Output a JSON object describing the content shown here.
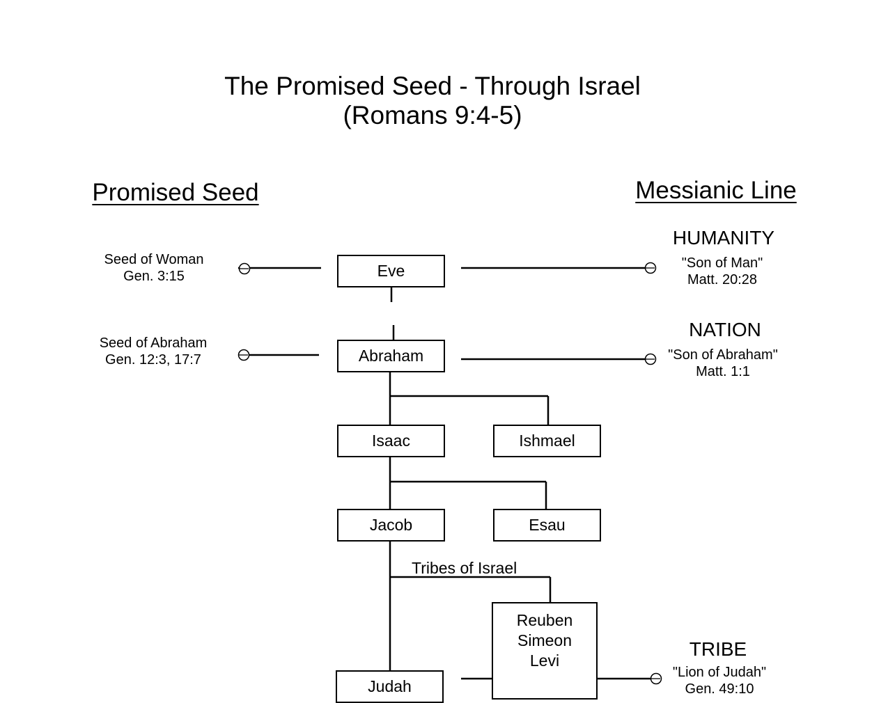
{
  "title": {
    "line1": "The Promised Seed - Through Israel",
    "line2": "(Romans 9:4-5)"
  },
  "headings": {
    "left": "Promised Seed",
    "right": "Messianic Line"
  },
  "left_labels": [
    {
      "name": "Seed of Woman",
      "ref": "Gen. 3:15"
    },
    {
      "name": "Seed of Abraham",
      "ref": "Gen. 12:3, 17:7"
    }
  ],
  "right_labels": [
    {
      "category": "HUMANITY",
      "name": "\"Son of Man\"",
      "ref": "Matt. 20:28"
    },
    {
      "category": "NATION",
      "name": "\"Son of Abraham\"",
      "ref": "Matt. 1:1"
    },
    {
      "category": "TRIBE",
      "name": "\"Lion of Judah\"",
      "ref": "Gen. 49:10"
    }
  ],
  "nodes": {
    "eve": "Eve",
    "abraham": "Abraham",
    "isaac": "Isaac",
    "ishmael": "Ishmael",
    "jacob": "Jacob",
    "esau": "Esau",
    "judah": "Judah",
    "tribes_label": "Tribes of Israel",
    "tribes": [
      "Reuben",
      "Simeon",
      "Levi"
    ]
  }
}
